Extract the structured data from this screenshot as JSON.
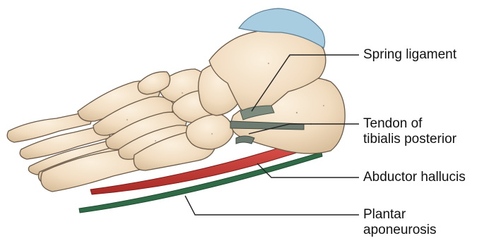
{
  "labels": {
    "spring_ligament": "Spring ligament",
    "tendon_line1": "Tendon of",
    "tendon_line2": "tibialis posterior",
    "abductor_hallucis": "Abductor hallucis",
    "plantar_line1": "Plantar",
    "plantar_line2": "aponeurosis"
  },
  "colors": {
    "bone": "#f1dcc0",
    "bone_outline": "#6b5a48",
    "cartilage": "#a9cde0",
    "abductor_muscle": "#c8322e",
    "plantar_aponeurosis": "#2f6b46",
    "tendon": "#6e7b70",
    "leader_line": "#222222"
  },
  "icons": [
    "foot-bones-illustration"
  ]
}
